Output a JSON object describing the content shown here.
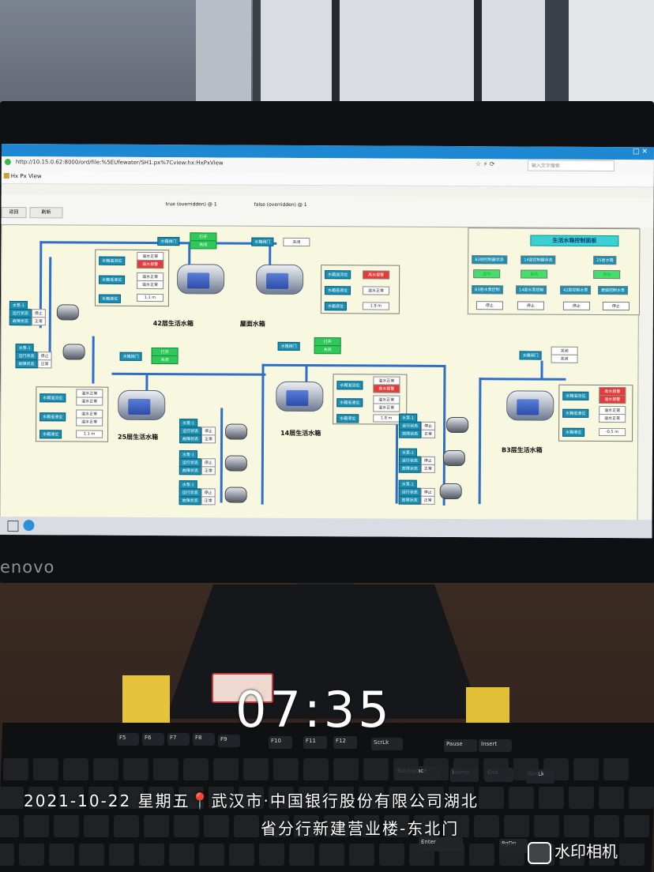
{
  "browser": {
    "url": "http://10.15.0.62:8000/ord/file:%5EUfewater/SH1.px%7Cview:hx:HxPxView",
    "search_placeholder": "输入文字搜索",
    "tab_label": "Hx Px View",
    "window_controls": "□ ✕"
  },
  "toolbar": {
    "btn1": "返回",
    "btn2": "刷新",
    "override_true": "true (overridden) @ 1",
    "override_false": "false (overridden) @ 1"
  },
  "panel": {
    "title": "生活水箱控制面板",
    "r1": [
      "B3层控制器状态",
      "14层控制器状态",
      "25层水箱 "
    ],
    "r2": [
      "自动",
      "自动",
      "自动"
    ],
    "r3": [
      "B3层水泵控制",
      "14层水泵控制",
      "42层控制水泵",
      "屋面控制水泵"
    ],
    "r4": [
      "停止",
      "停止",
      "停止",
      "停止"
    ]
  },
  "tanks": {
    "t42": {
      "name": "42层生活水箱",
      "valve_label": "水箱阀门",
      "valve_v1": "打开",
      "valve_v2": "关闭",
      "rows": [
        "水箱溢流位",
        "水箱低液位",
        "水箱液位"
      ],
      "v1a": "溢水正常",
      "v1b": "溢水报警",
      "v2a": "溢水正常",
      "v2b": "溢水正常",
      "v3": "1.1 m"
    },
    "troof": {
      "name": "屋面水箱",
      "valve_label": "水箱阀门",
      "valve_v": "关闭",
      "rows": [
        "水箱溢流位",
        "水箱低液位",
        "水箱液位"
      ],
      "v1": "高水报警",
      "v2": "溢水正常",
      "v3": "1.9 m"
    },
    "t25": {
      "name": "25层生活水箱",
      "valve_label": "水箱阀门",
      "valve_v1": "打开",
      "valve_v2": "关闭",
      "rows": [
        "水箱溢流位",
        "水箱低液位",
        "水箱液位"
      ],
      "v1a": "溢水正常",
      "v1b": "溢水正常",
      "v2a": "溢水正常",
      "v2b": "溢水正常",
      "v3": "1.1 m"
    },
    "t14": {
      "name": "14层生活水箱",
      "valve_label": "水箱阀门",
      "valve_v1": "打开",
      "valve_v2": "关闭",
      "rows": [
        "水箱溢流位",
        "水箱低液位",
        "水箱液位"
      ],
      "v1a": "溢水正常",
      "v1b": "高水报警",
      "v2a": "溢水正常",
      "v2b": "溢水正常",
      "v3": "1.8 m"
    },
    "tb3": {
      "name": "B3层生活水箱",
      "valve_label": "水箱阀门",
      "valve_v1": "关闭",
      "valve_v2": "关闭",
      "rows": [
        "水箱溢流位",
        "水箱低液位",
        "水箱液位"
      ],
      "v1a": "高水报警",
      "v1b": "溢水报警",
      "v2a": "溢水正常",
      "v2b": "溢水正常",
      "v3": "-0.5 m"
    }
  },
  "pump": {
    "title": "水泵-1",
    "run": "运行状态",
    "fault": "故障状态",
    "stop": "停止",
    "normal": "正常"
  },
  "monitor": {
    "brand": "enovo"
  },
  "overlay": {
    "time": "07:35",
    "line1": "2021-10-22 星期五",
    "pin": "📍",
    "line1b": "武汉市·中国银行股份有限公司湖北",
    "line2": "省分行新建营业楼-东北门",
    "watermark": "水印相机"
  },
  "keyboard": {
    "keys": [
      "F5",
      "F6",
      "F7",
      "F8",
      "F9",
      "F10",
      "F11",
      "F12",
      "ScrLk",
      "Pause",
      "Insert",
      "Backspace",
      "Home",
      "End",
      "NmLk",
      "Enter",
      "PgDn"
    ]
  }
}
